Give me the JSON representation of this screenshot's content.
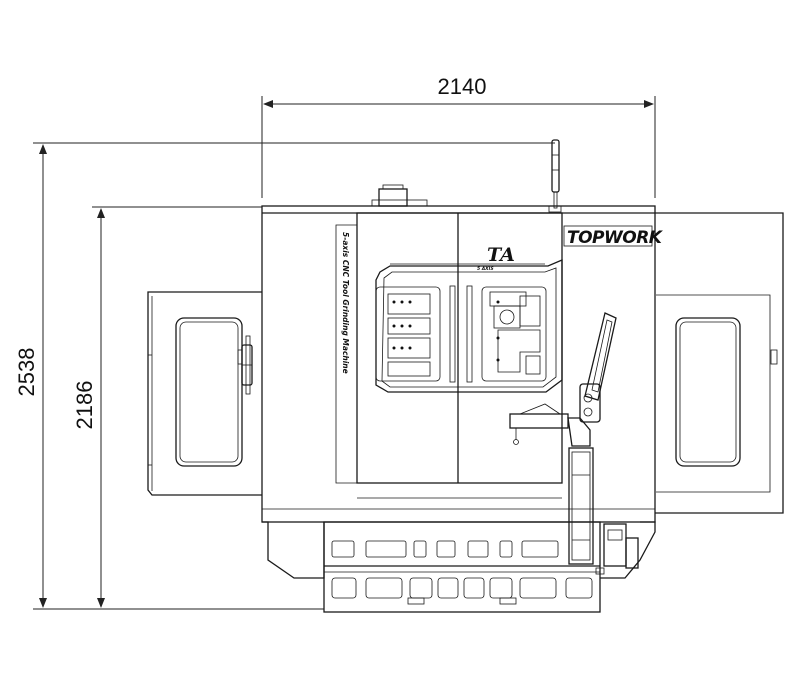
{
  "dimensions": {
    "width_label": "2140",
    "total_height_label": "2538",
    "body_height_label": "2186"
  },
  "machine": {
    "brand": "TOPWORK",
    "model": "TA",
    "model_sub": "5 AXIS",
    "side_text": "5-axis CNC Tool Grinding Machine"
  }
}
